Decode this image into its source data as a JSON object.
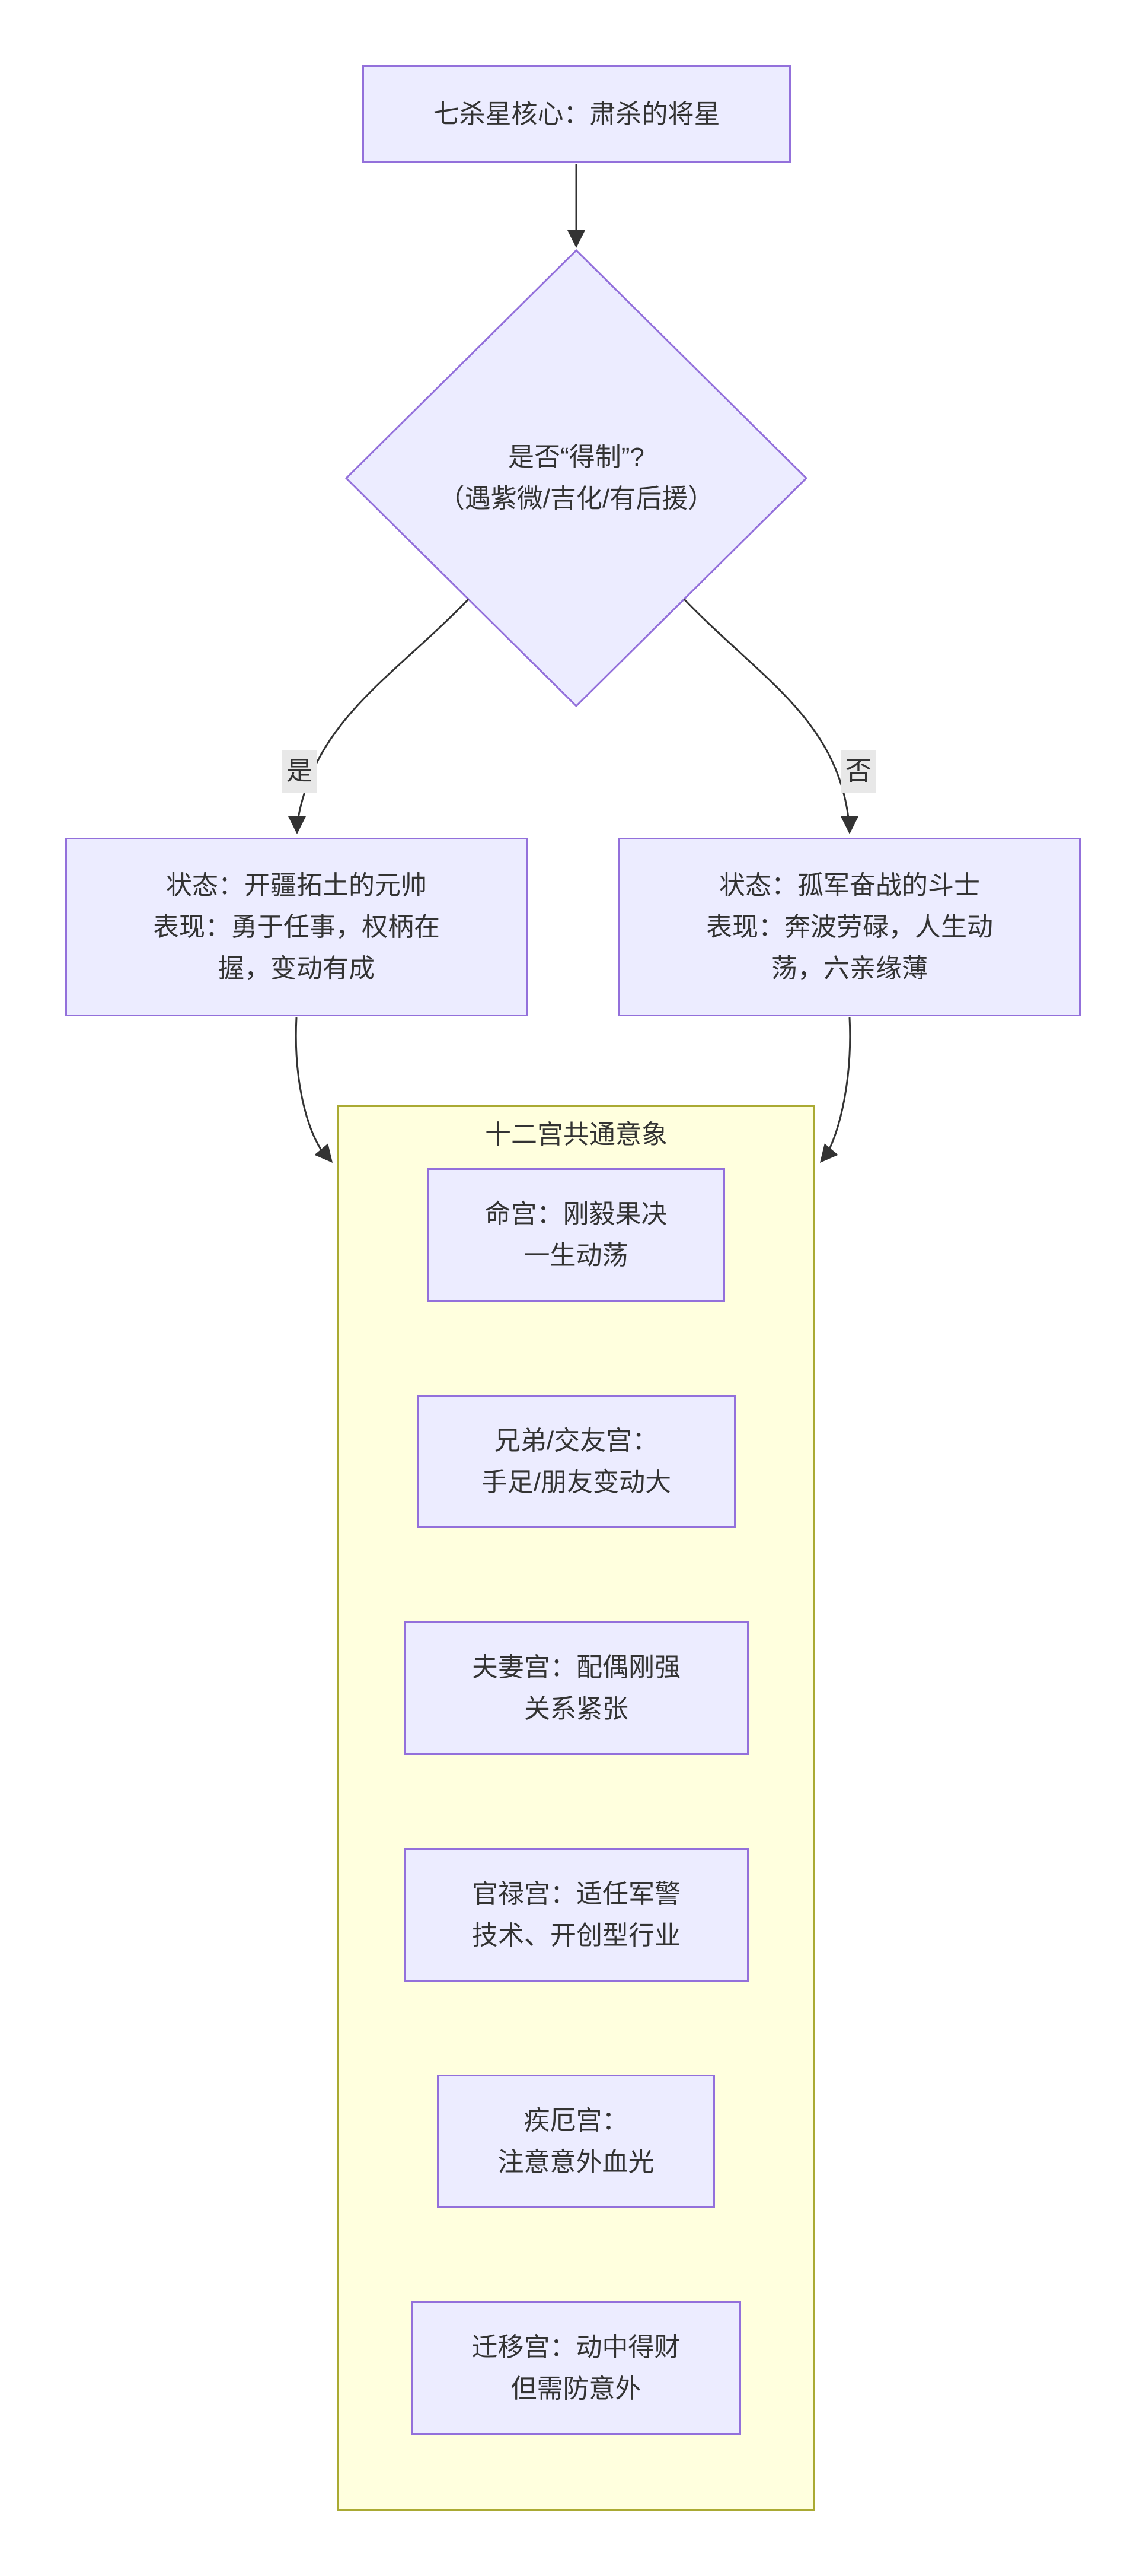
{
  "diagram": {
    "core": {
      "text": "七杀星核心：肃杀的将星"
    },
    "decision": {
      "text": "是否“得制”?\n（遇紫微/吉化/有后援）"
    },
    "branch_labels": {
      "yes": "是",
      "no": "否"
    },
    "yes_node": {
      "text": "状态：开疆拓土的元帅\n表现：勇于任事，权柄在\n握，变动有成"
    },
    "no_node": {
      "text": "状态：孤军奋战的斗士\n表现：奔波劳碌，人生动\n荡，六亲缘薄"
    },
    "cluster": {
      "title": "十二宫共通意象",
      "items": [
        {
          "text": "命宫：刚毅果决\n一生动荡"
        },
        {
          "text": "兄弟/交友宫：\n手足/朋友变动大"
        },
        {
          "text": "夫妻宫：配偶刚强\n关系紧张"
        },
        {
          "text": "官禄宫：适任军警\n技术、开创型行业"
        },
        {
          "text": "疾厄宫：\n注意意外血光"
        },
        {
          "text": "迁移宫：动中得财\n但需防意外"
        }
      ]
    },
    "colors": {
      "node_fill": "#ECECFF",
      "node_border": "#9370DB",
      "cluster_fill": "#FFFFDE",
      "cluster_border": "#AAAA33",
      "edge": "#333333",
      "label_bg": "#E8E8E8",
      "text": "#333333"
    }
  }
}
